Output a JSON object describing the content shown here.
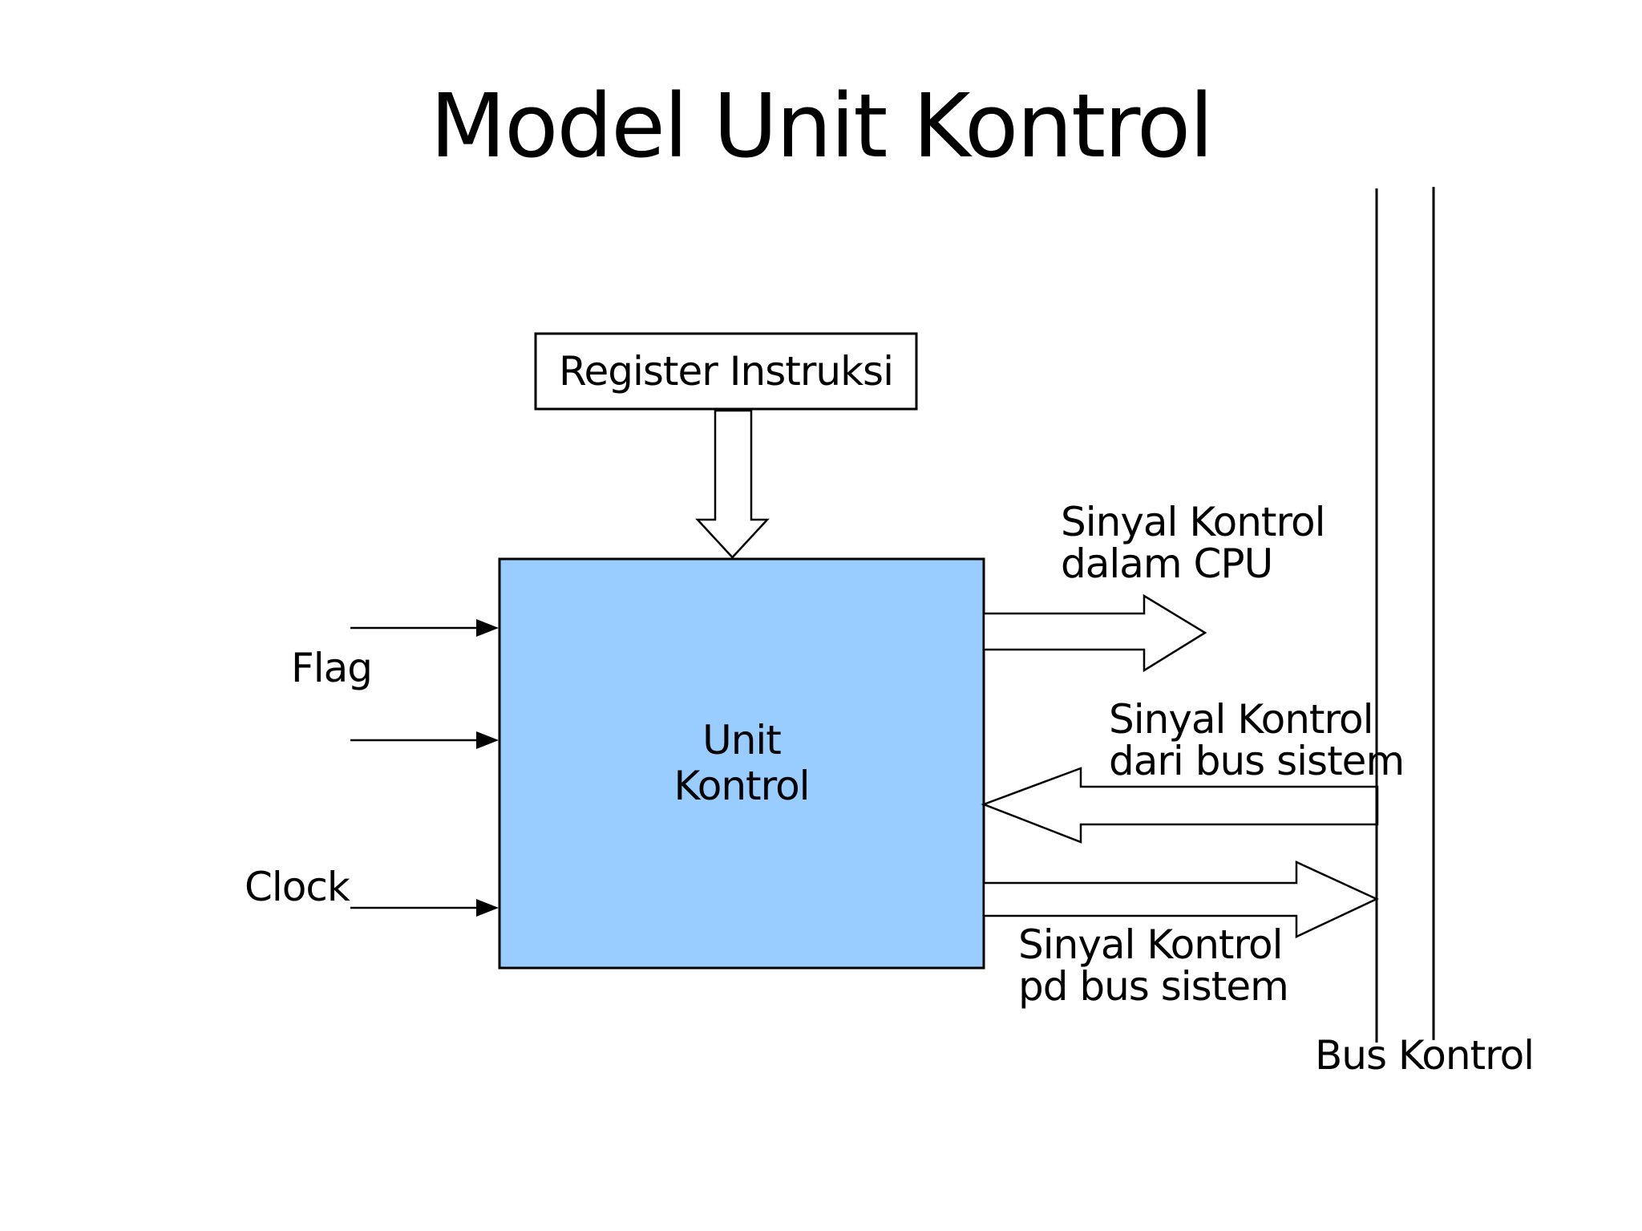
{
  "slide": {
    "title": "Model Unit Kontrol",
    "background": "#FFFFFF"
  },
  "boxes": {
    "register": {
      "label": "Register Instruksi",
      "fill": "#FFFFFF",
      "border": "#000000"
    },
    "control_unit": {
      "label_line1": "Unit",
      "label_line2": "Kontrol",
      "fill": "#99CCFF",
      "border": "#000000"
    }
  },
  "inputs": {
    "flag_label": "Flag",
    "clock_label": "Clock"
  },
  "signals": {
    "cpu": {
      "line1": "Sinyal Kontrol",
      "line2": "dalam CPU"
    },
    "from_bus": {
      "line1": "Sinyal Kontrol",
      "line2": "dari bus sistem"
    },
    "to_bus": {
      "line1": "Sinyal Kontrol",
      "line2": "pd bus sistem"
    }
  },
  "bus": {
    "label": "Bus Kontrol"
  },
  "colors": {
    "line": "#000000"
  }
}
